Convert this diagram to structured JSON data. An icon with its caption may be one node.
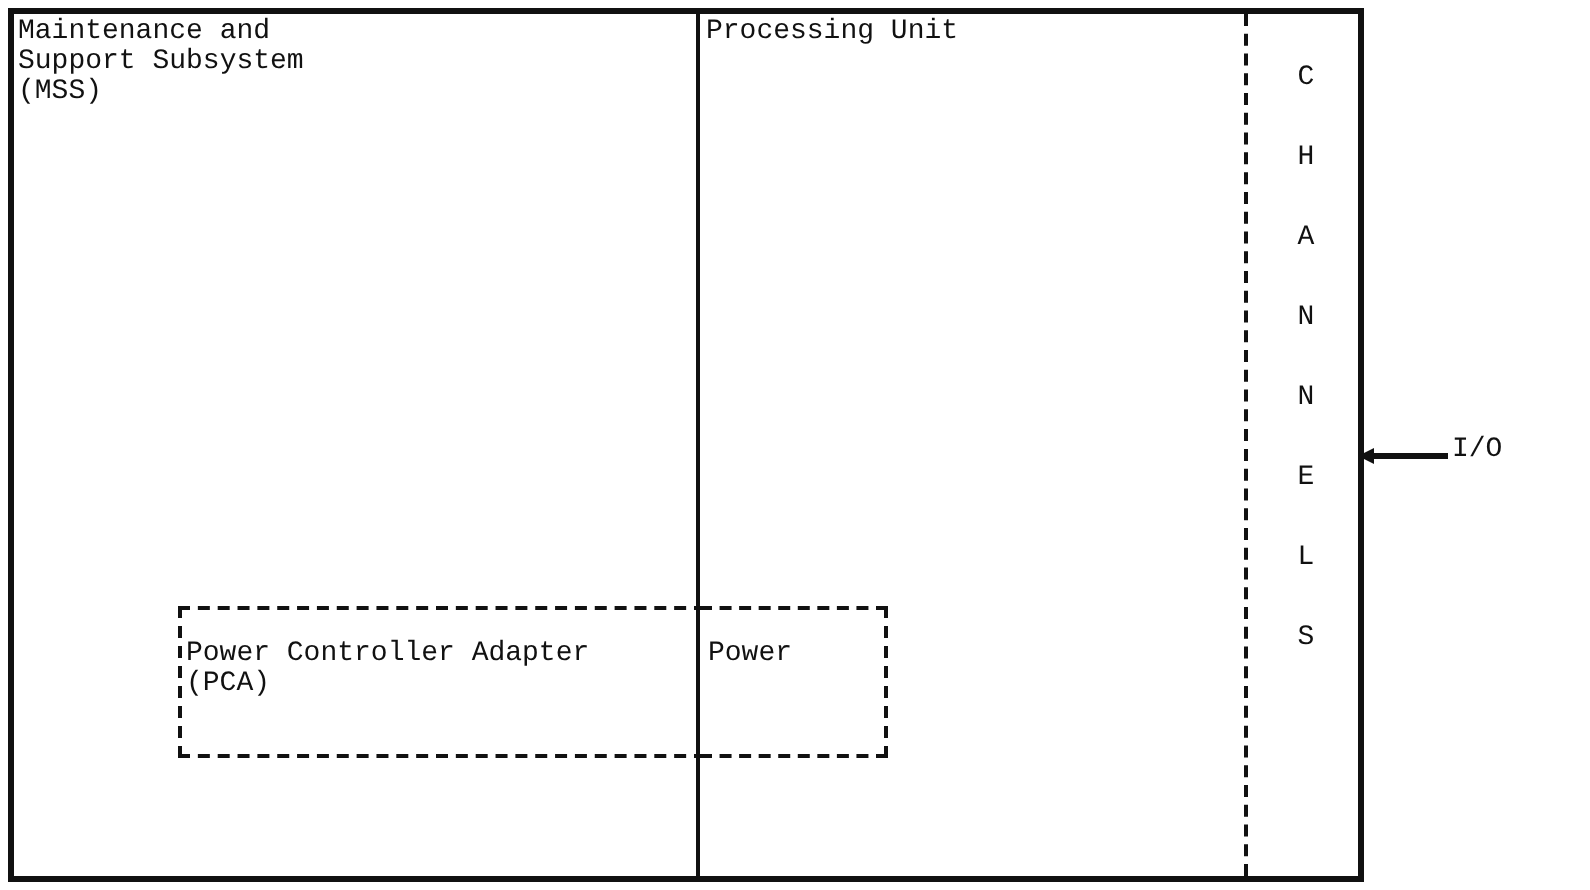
{
  "diagram": {
    "nodes": [
      {
        "text": [
          "Maintenance and Support Subsystem (MSS)"
        ]
      },
      {
        "text": [
          "Processing Unit"
        ]
      },
      {
        "text": [
          "CHANNELS"
        ],
        "in": 1
      },
      {
        "text": [
          "Power Controller Adapter (PCA)"
        ],
        "in": 0
      },
      {
        "text": [
          "Power"
        ],
        "in": 1
      },
      {
        "text": [
          "I/O"
        ]
      }
    ],
    "edges": [
      {
        "from": 5,
        "to": 2,
        "arrow": "to"
      }
    ]
  }
}
